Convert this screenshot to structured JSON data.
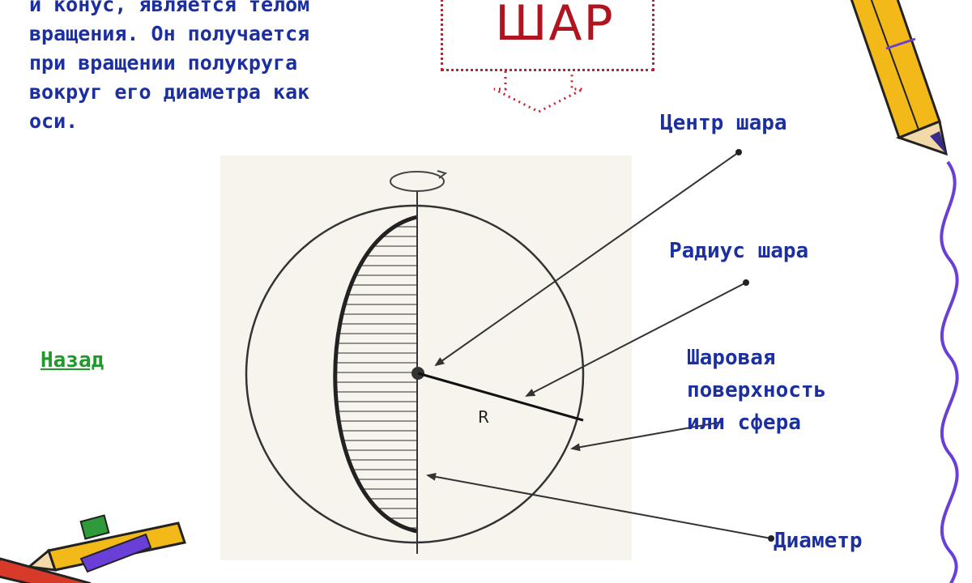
{
  "slide": {
    "title": "ШАР",
    "intro_lines": [
      "и конус, является телом",
      "вращения. Он получается",
      "при вращении полукруга",
      "вокруг его диаметра как",
      "оси."
    ],
    "back_link": "Назад"
  },
  "diagram": {
    "labels": {
      "center": "Центр шара",
      "radius": "Радиус шара",
      "surface": [
        "Шаровая",
        "поверхность",
        "или сфера"
      ],
      "diameter": "Диаметр"
    },
    "radius_mark": "R"
  },
  "colors": {
    "text_blue": "#1c2fa0",
    "title_red": "#b0141e",
    "link_green": "#1f9a2a",
    "squiggle_purple": "#6a3fd8"
  }
}
